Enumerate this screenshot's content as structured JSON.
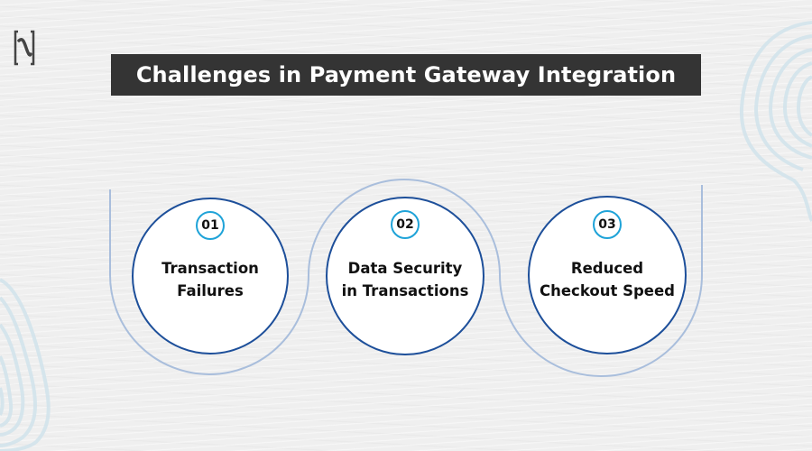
{
  "header": {
    "title": "Challenges in Payment Gateway Integration",
    "logo_icon": "n-bracket-logo-icon"
  },
  "steps": [
    {
      "number": "01",
      "line1": "Transaction",
      "line2": "Failures"
    },
    {
      "number": "02",
      "line1": "Data Security",
      "line2": "in Transactions"
    },
    {
      "number": "03",
      "line1": "Reduced",
      "line2": "Checkout Speed"
    }
  ],
  "colors": {
    "background": "#efefef",
    "title_bar": "#343434",
    "title_text": "#ffffff",
    "circle_border": "#1d4f9a",
    "badge_border": "#1fa3d8",
    "connector_line": "#a9bedc",
    "topo_pattern": "#d6e6ee",
    "text": "#111111"
  }
}
